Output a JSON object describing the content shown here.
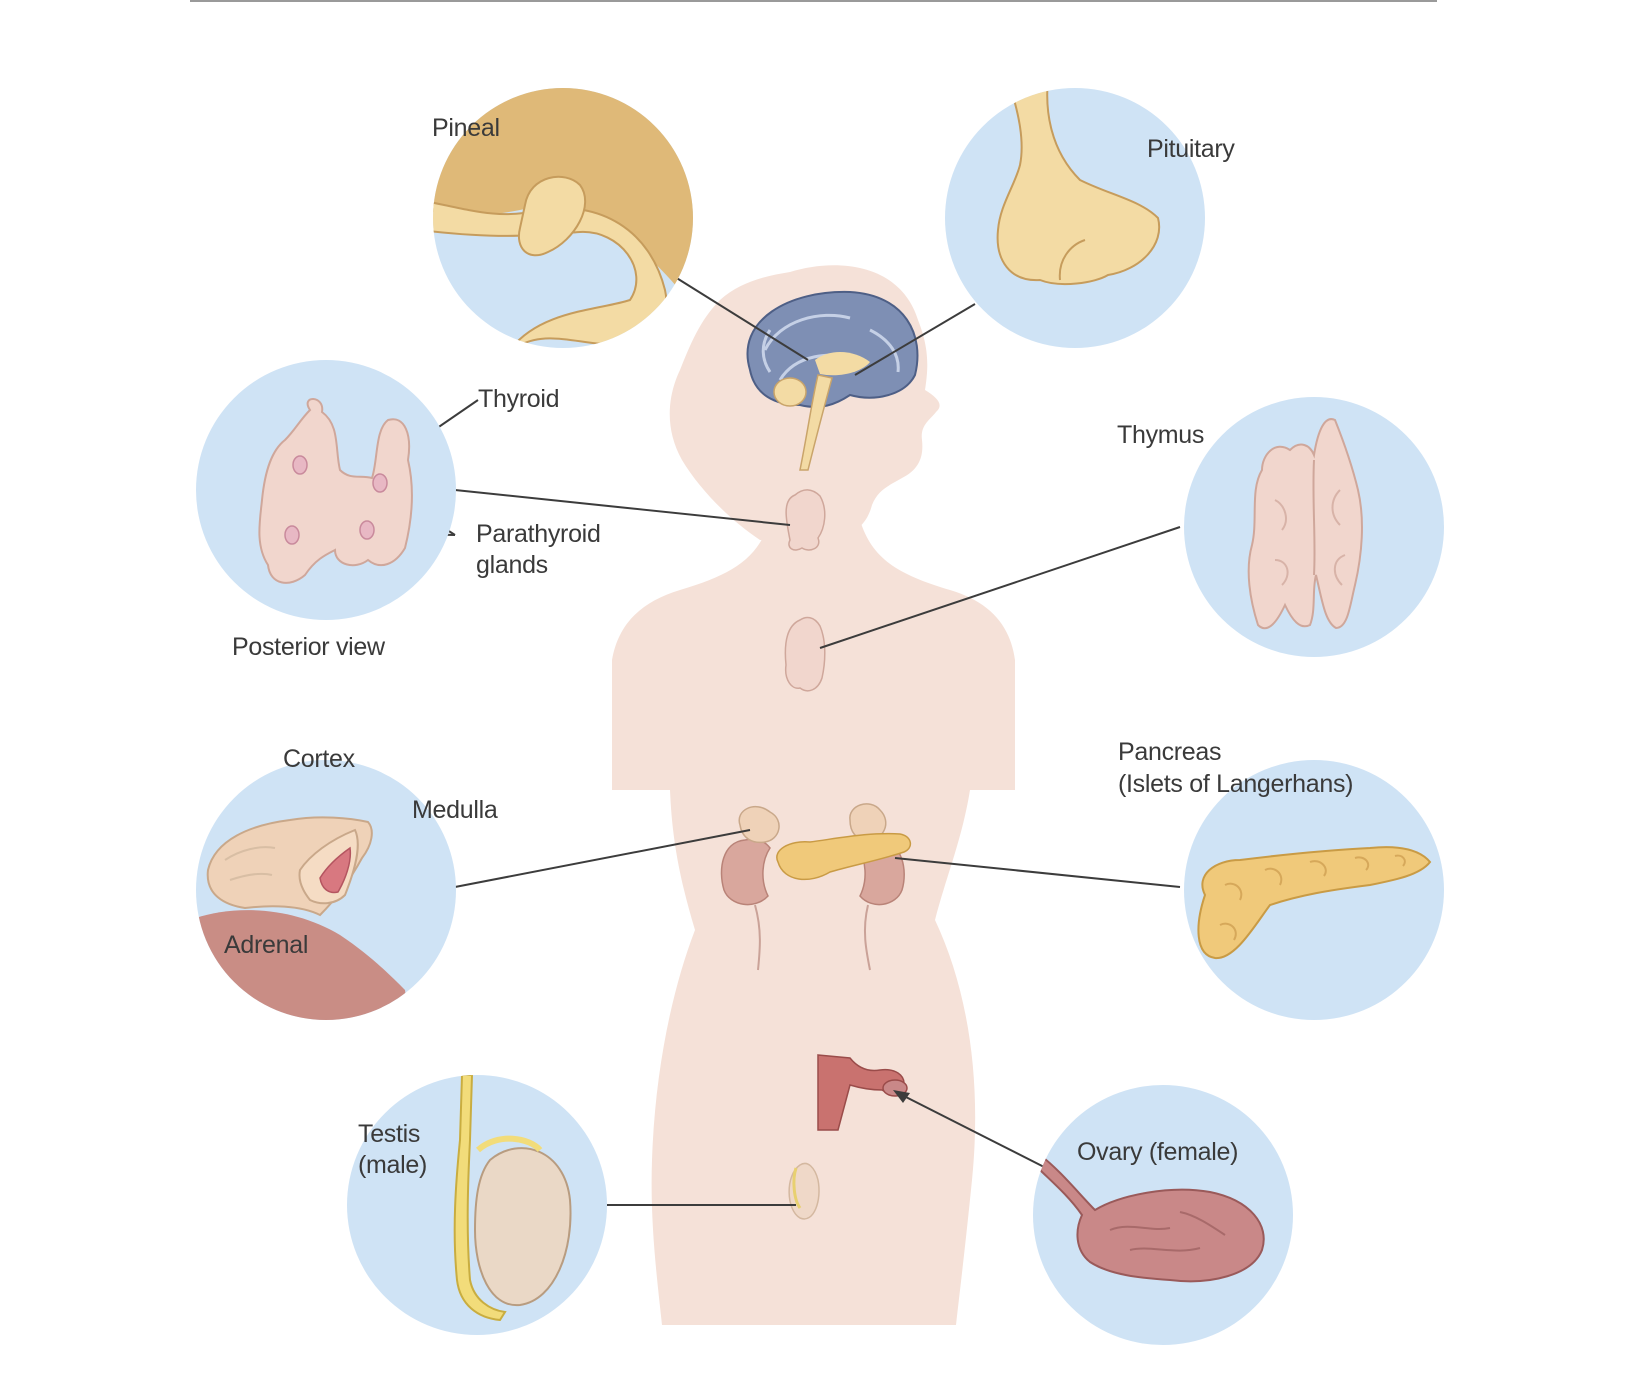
{
  "labels": {
    "pineal": "Pineal",
    "pituitary": "Pituitary",
    "thyroid": "Thyroid",
    "parathyroid_line1": "Parathyroid",
    "parathyroid_line2": "glands",
    "posterior_view": "Posterior view",
    "thymus": "Thymus",
    "cortex": "Cortex",
    "medulla": "Medulla",
    "adrenal": "Adrenal",
    "pancreas_line1": "Pancreas",
    "pancreas_line2": "(Islets of Langerhans)",
    "testis_line1": "Testis",
    "testis_line2": "(male)",
    "ovary": "Ovary (female)"
  },
  "colors": {
    "circle_bg": "#cfe3f5",
    "body_silhouette": "#f5e1d8",
    "gland_cream": "#f3dba4",
    "pineal_brain": "#dfb978",
    "brain_blue": "#7e8fb4",
    "thyroid_pink": "#f1d6cd",
    "adrenal_tan": "#efd2b8",
    "kidney": "#d9a79d",
    "pancreas": "#f0c97a",
    "ovary": "#c98888",
    "uterus": "#c9726f"
  }
}
